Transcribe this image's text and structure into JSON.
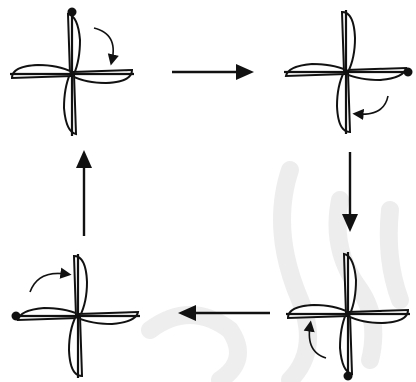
{
  "diagram": {
    "windmill_stages": [
      {
        "id": "top-left",
        "dot_at": "top",
        "rotation_hint": "clockwise"
      },
      {
        "id": "top-right",
        "dot_at": "right",
        "rotation_hint": "clockwise"
      },
      {
        "id": "bottom-right",
        "dot_at": "bottom",
        "rotation_hint": "clockwise"
      },
      {
        "id": "bottom-left",
        "dot_at": "left",
        "rotation_hint": "clockwise"
      }
    ],
    "flow": [
      "top-left",
      "top-right",
      "bottom-right",
      "bottom-left"
    ]
  }
}
